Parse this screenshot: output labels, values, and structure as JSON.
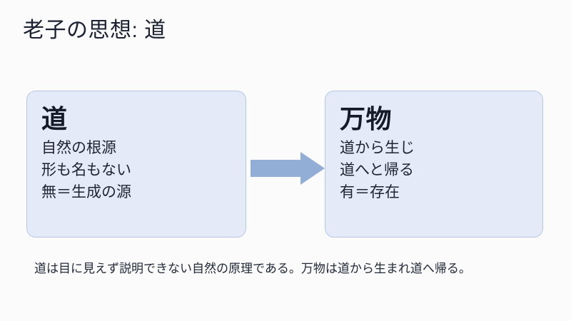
{
  "slide": {
    "title": "老子の思想: 道",
    "background_color": "#fbfbfb",
    "text_color": "#1a1f2e"
  },
  "boxes": [
    {
      "id": "dao",
      "heading": "道",
      "lines": [
        "自然の根源",
        "形も名もない",
        "無＝生成の源"
      ],
      "fill_color": "#e4eaf7",
      "border_color": "#b8c8e4"
    },
    {
      "id": "banbutsu",
      "heading": "万物",
      "lines": [
        "道から生じ",
        "道へと帰る",
        "有＝存在"
      ],
      "fill_color": "#e4eaf7",
      "border_color": "#b8c8e4"
    }
  ],
  "arrow": {
    "name": "right-arrow-icon",
    "color": "#93aed6",
    "direction": "right"
  },
  "caption": {
    "text": "道は目に見えず説明できない自然の原理である。万物は道から生まれ道へ帰る。"
  }
}
